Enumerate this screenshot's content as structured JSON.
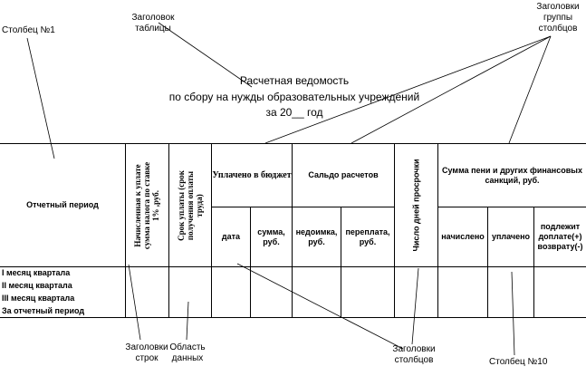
{
  "annotations": {
    "column1": "Столбец №1",
    "table_header": [
      "Заголовок",
      "таблицы"
    ],
    "column_group_headers": [
      "Заголовки",
      "группы",
      "столбцов"
    ],
    "row_headers": [
      "Заголовки",
      "строк"
    ],
    "data_area": [
      "Область",
      "данных"
    ],
    "column_headers": [
      "Заголовки",
      "столбцов"
    ],
    "column10": "Столбец №10"
  },
  "title": {
    "line1": "Расчетная ведомость",
    "line2": "по сбору на нужды образовательных учреждений",
    "line3": "за 20__ год"
  },
  "table": {
    "period_header": "Отчетный период",
    "accrued_header": [
      "Начисленная к уплате",
      "сумма налога по ставке",
      "1% ,руб."
    ],
    "due_header": [
      "Срок уплаты (срок",
      "получения оплаты",
      "труда)"
    ],
    "paid_group": "Уплачено в бюджет",
    "paid_date": "дата",
    "paid_sum": [
      "сумма,",
      "руб."
    ],
    "balance_group": "Сальдо расчетов",
    "arrears": [
      "недоимка,",
      "руб."
    ],
    "overpay": [
      "переплата,",
      "руб."
    ],
    "overdue_days": "Число дней просрочки",
    "penalty_group": [
      "Сумма пени и других финансовых",
      "санкций, руб."
    ],
    "accrued": "начислено",
    "paid": "уплачено",
    "payable": [
      "подлежит",
      "доплате(+)",
      "возврату(-)"
    ],
    "rows": [
      "I месяц квартала",
      "II месяц квартала",
      "III месяц квартала",
      "За отчетный период"
    ]
  }
}
